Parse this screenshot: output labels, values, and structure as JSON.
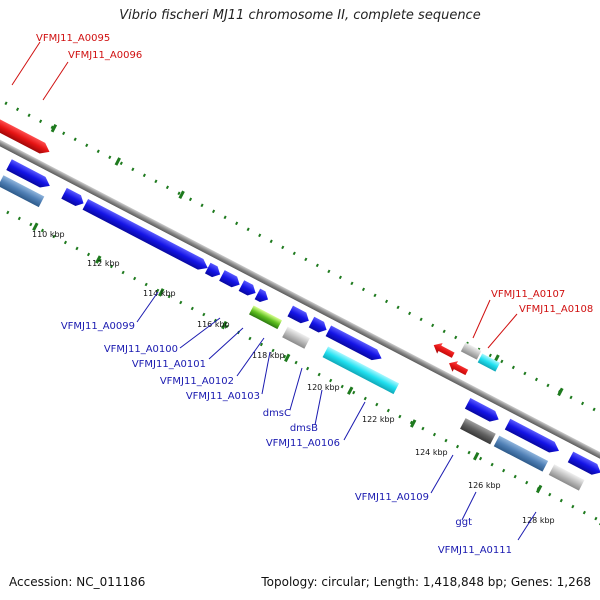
{
  "title": "Vibrio fischeri MJ11 chromosome II, complete sequence",
  "footer": {
    "accession": "Accession: NC_011186",
    "summary": "Topology: circular; Length: 1,418,848 bp; Genes: 1,268"
  },
  "colors": {
    "backbone": "#888888",
    "forward_gene": "#1010e0",
    "reverse_gene": "#e01010",
    "steel": "#4f7fb5",
    "cyan": "#20e0f0",
    "gray": "#bdbdbd",
    "dark_gray": "#606060",
    "green": "#60c020",
    "tick": "#1e7a1e",
    "label_blue": "#1a1ab0",
    "label_red": "#d01010"
  },
  "tick_labels": [
    "110 kbp",
    "112 kbp",
    "114 kbp",
    "116 kbp",
    "118 kbp",
    "120 kbp",
    "122 kbp",
    "124 kbp",
    "126 kbp",
    "128 kbp"
  ],
  "gene_labels": [
    {
      "text": "VFMJ11_A0095",
      "color": "red"
    },
    {
      "text": "VFMJ11_A0096",
      "color": "red"
    },
    {
      "text": "VFMJ11_A0107",
      "color": "red"
    },
    {
      "text": "VFMJ11_A0108",
      "color": "red"
    },
    {
      "text": "VFMJ11_A0099",
      "color": "blue"
    },
    {
      "text": "VFMJ11_A0100",
      "color": "blue"
    },
    {
      "text": "VFMJ11_A0101",
      "color": "blue"
    },
    {
      "text": "VFMJ11_A0102",
      "color": "blue"
    },
    {
      "text": "VFMJ11_A0103",
      "color": "blue"
    },
    {
      "text": "dmsC",
      "color": "blue"
    },
    {
      "text": "dmsB",
      "color": "blue"
    },
    {
      "text": "VFMJ11_A0106",
      "color": "blue"
    },
    {
      "text": "VFMJ11_A0109",
      "color": "blue"
    },
    {
      "text": "ggt",
      "color": "blue"
    },
    {
      "text": "VFMJ11_A0111",
      "color": "blue"
    }
  ]
}
